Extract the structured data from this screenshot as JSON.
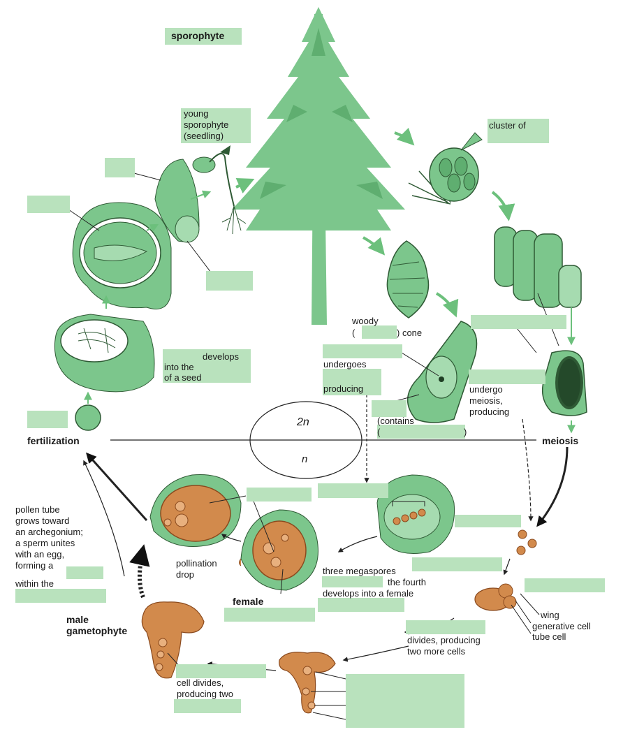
{
  "labels": {
    "sporophyte": "sporophyte",
    "young_sporophyte": "young\nsporophyte\n(seedling)",
    "cluster_of": "cluster of",
    "woody_cone_open": "woody",
    "woody_cone_paren": "(",
    "woody_cone_close": ") cone",
    "develops": "develops",
    "into_the": "into the",
    "of_a_seed": "of a seed",
    "undergoes": "undergoes",
    "producing": "producing",
    "undergo_meiosis": "undergo\nmeiosis,\nproducing",
    "contains": "(contains",
    "paren_open": "(",
    "paren_close": ")",
    "fertilization": "fertilization",
    "meiosis": "meiosis",
    "ploidy_2n": "2n",
    "ploidy_n": "n",
    "pollen_tube_text": "pollen tube\ngrows toward\nan archegonium;\na sperm unites\nwith an egg,\nforming a",
    "within_the": "within the",
    "pollination_drop": "pollination\ndrop",
    "female": "female",
    "three_megaspores": "three megaspores",
    "the_fourth": "the fourth",
    "develops_female": "develops into a female",
    "wing": "wing",
    "generative_cell": "generative cell",
    "tube_cell": "tube cell",
    "divides_producing": "divides, producing\ntwo more cells",
    "male_gametophyte": "male\ngametophyte",
    "cell_divides": "cell divides,\nproducing two"
  },
  "colors": {
    "plant_green": "#7cc68c",
    "light_green": "#a6dbb0",
    "dark_green": "#2f5a35",
    "orange": "#d28a4c",
    "dark_orange": "#8a4a1e",
    "blank_fill": "#b9e2bd",
    "arrow_green": "#6cc07c"
  }
}
